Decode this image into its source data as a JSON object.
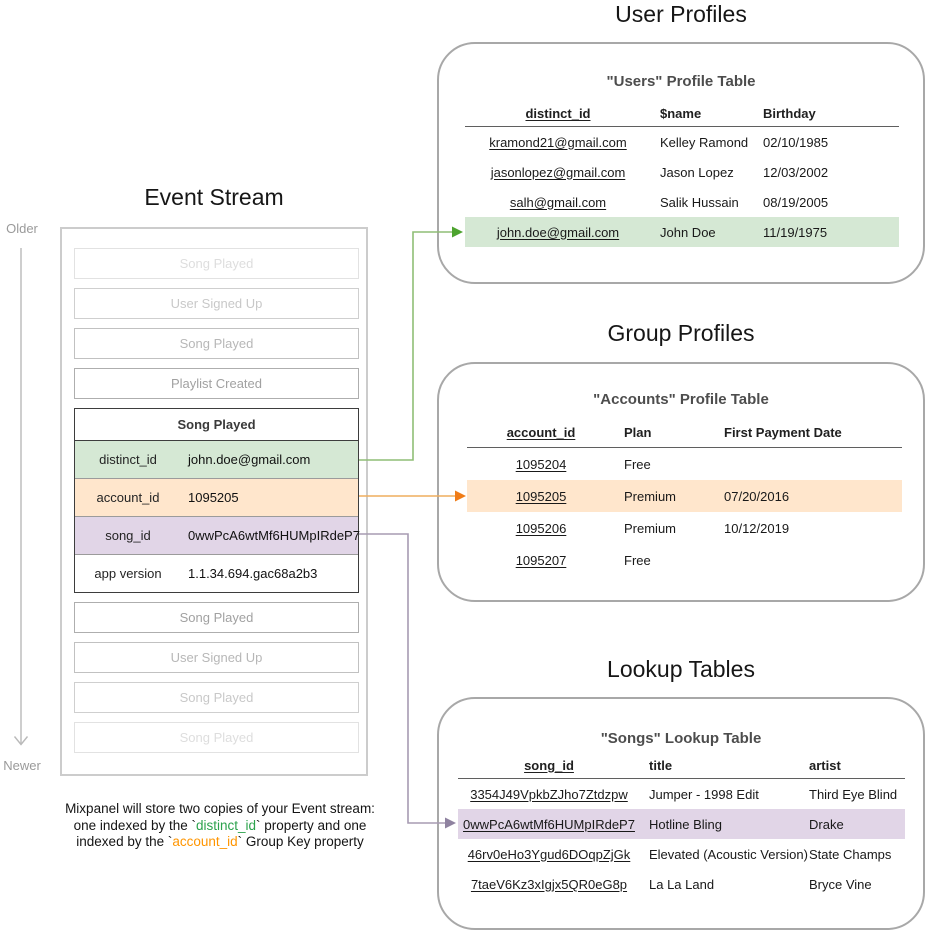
{
  "event_stream": {
    "title": "Event Stream",
    "older_label": "Older",
    "newer_label": "Newer",
    "events_before": [
      "Song Played",
      "User Signed Up",
      "Song Played",
      "Playlist Created"
    ],
    "expanded_event": {
      "title": "Song Played",
      "properties": [
        {
          "key": "distinct_id",
          "value": "john.doe@gmail.com"
        },
        {
          "key": "account_id",
          "value": "1095205"
        },
        {
          "key": "song_id",
          "value": "0wwPcA6wtMf6HUMpIRdeP7"
        },
        {
          "key": "app version",
          "value": "1.1.34.694.gac68a2b3"
        }
      ]
    },
    "events_after": [
      "Song Played",
      "User Signed Up",
      "Song Played",
      "Song Played"
    ]
  },
  "caption": {
    "line1": "Mixpanel will store two copies of your Event stream:",
    "line2_pre": "one indexed by the `",
    "line2_code": "distinct_id",
    "line2_post": "` property and one",
    "line3_pre": "indexed by the `",
    "line3_code": "account_id",
    "line3_post": "` Group Key property"
  },
  "user_profiles": {
    "section_title": "User Profiles",
    "table_title": "\"Users\" Profile Table",
    "columns": [
      "distinct_id",
      "$name",
      "Birthday"
    ],
    "rows": [
      [
        "kramond21@gmail.com",
        "Kelley Ramond",
        "02/10/1985"
      ],
      [
        "jasonlopez@gmail.com",
        "Jason Lopez",
        "12/03/2002"
      ],
      [
        "salh@gmail.com",
        "Salik Hussain",
        "08/19/2005"
      ],
      [
        "john.doe@gmail.com",
        "John Doe",
        "11/19/1975"
      ]
    ]
  },
  "group_profiles": {
    "section_title": "Group Profiles",
    "table_title": "\"Accounts\" Profile Table",
    "columns": [
      "account_id",
      "Plan",
      "First Payment Date"
    ],
    "rows": [
      [
        "1095204",
        "Free",
        ""
      ],
      [
        "1095205",
        "Premium",
        "07/20/2016"
      ],
      [
        "1095206",
        "Premium",
        "10/12/2019"
      ],
      [
        "1095207",
        "Free",
        ""
      ]
    ]
  },
  "lookup_tables": {
    "section_title": "Lookup Tables",
    "table_title": "\"Songs\" Lookup Table",
    "columns": [
      "song_id",
      "title",
      "artist"
    ],
    "rows": [
      [
        "3354J49VpkbZJho7Ztdzpw",
        "Jumper - 1998 Edit",
        "Third Eye Blind"
      ],
      [
        "0wwPcA6wtMf6HUMpIRdeP7",
        "Hotline Bling",
        "Drake"
      ],
      [
        "46rv0eHo3Ygud6DOqpZjGk",
        "Elevated (Acoustic Version)",
        "State Champs"
      ],
      [
        "7taeV6Kz3xIgjx5QR0eG8p",
        "La La Land",
        "Bryce Vine"
      ]
    ]
  },
  "colors": {
    "highlight-green": "#d5e8d4",
    "highlight-orange": "#ffe6cc",
    "highlight-purple": "#e1d5e7",
    "line-green": "#8fbe76",
    "head-green": "#4da32f",
    "line-orange": "#efae5f",
    "head-orange": "#f07c17",
    "line-purple": "#a79bb2",
    "head-purple": "#8f82a0",
    "caption-green": "#2ba24c",
    "caption-orange": "#ff9500"
  }
}
